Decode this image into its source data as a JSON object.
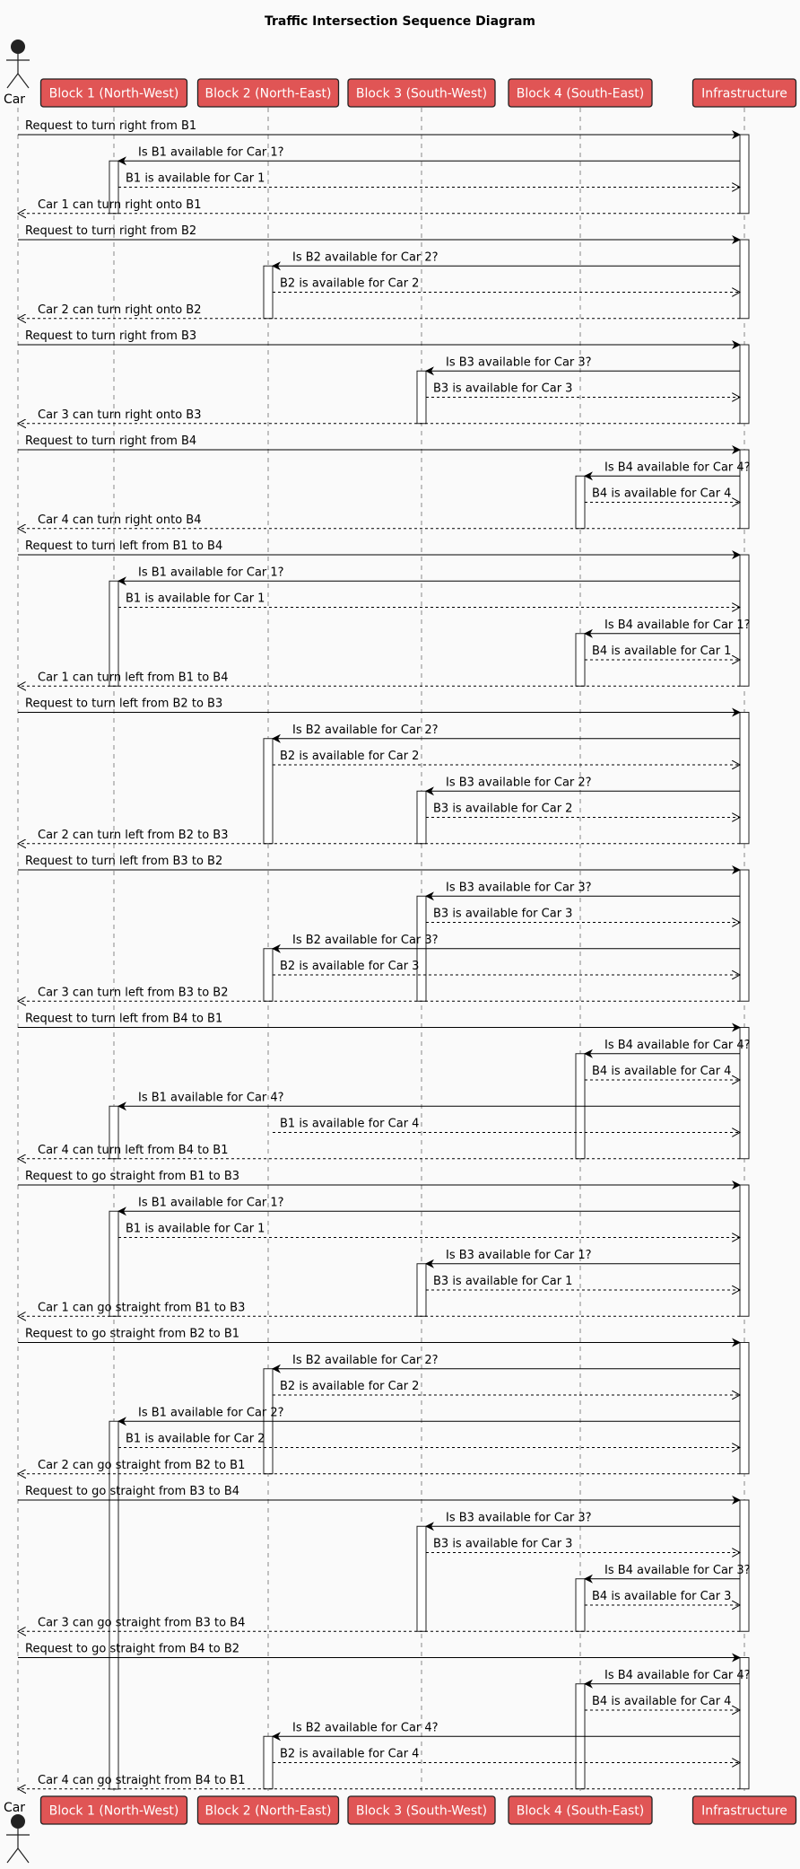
{
  "title": "Traffic Intersection Sequence Diagram",
  "colors": {
    "participant_fill": "#e05555",
    "participant_stroke": "#222222",
    "line": "#000000",
    "lifeline": "#888888",
    "background": "#fafafa"
  },
  "participants": [
    {
      "id": "car",
      "label": "Car",
      "kind": "actor"
    },
    {
      "id": "b1",
      "label": "Block 1 (North-West)",
      "kind": "box"
    },
    {
      "id": "b2",
      "label": "Block 2 (North-East)",
      "kind": "box"
    },
    {
      "id": "b3",
      "label": "Block 3 (South-West)",
      "kind": "box"
    },
    {
      "id": "b4",
      "label": "Block 4 (South-East)",
      "kind": "box"
    },
    {
      "id": "inf",
      "label": "Infrastructure",
      "kind": "box"
    }
  ],
  "messages": [
    {
      "from": "car",
      "to": "inf",
      "text": "Request to turn right from B1",
      "dashed": false
    },
    {
      "from": "inf",
      "to": "b1",
      "text": "Is B1 available for Car 1?",
      "dashed": false
    },
    {
      "from": "b1",
      "to": "inf",
      "text": "B1 is available for Car 1",
      "dashed": true
    },
    {
      "from": "inf",
      "to": "car",
      "text": "Car 1 can turn right onto B1",
      "dashed": true
    },
    {
      "from": "car",
      "to": "inf",
      "text": "Request to turn right from B2",
      "dashed": false
    },
    {
      "from": "inf",
      "to": "b2",
      "text": "Is B2 available for Car 2?",
      "dashed": false
    },
    {
      "from": "b2",
      "to": "inf",
      "text": "B2 is available for Car 2",
      "dashed": true
    },
    {
      "from": "inf",
      "to": "car",
      "text": "Car 2 can turn right onto B2",
      "dashed": true
    },
    {
      "from": "car",
      "to": "inf",
      "text": "Request to turn right from B3",
      "dashed": false
    },
    {
      "from": "inf",
      "to": "b3",
      "text": "Is B3 available for Car 3?",
      "dashed": false
    },
    {
      "from": "b3",
      "to": "inf",
      "text": "B3 is available for Car 3",
      "dashed": true
    },
    {
      "from": "inf",
      "to": "car",
      "text": "Car 3 can turn right onto B3",
      "dashed": true
    },
    {
      "from": "car",
      "to": "inf",
      "text": "Request to turn right from B4",
      "dashed": false
    },
    {
      "from": "inf",
      "to": "b4",
      "text": "Is B4 available for Car 4?",
      "dashed": false
    },
    {
      "from": "b4",
      "to": "inf",
      "text": "B4 is available for Car 4",
      "dashed": true
    },
    {
      "from": "inf",
      "to": "car",
      "text": "Car 4 can turn right onto B4",
      "dashed": true
    },
    {
      "from": "car",
      "to": "inf",
      "text": "Request to turn left from B1 to B4",
      "dashed": false
    },
    {
      "from": "inf",
      "to": "b1",
      "text": "Is B1 available for Car 1?",
      "dashed": false
    },
    {
      "from": "b1",
      "to": "inf",
      "text": "B1 is available for Car 1",
      "dashed": true
    },
    {
      "from": "inf",
      "to": "b4",
      "text": "Is B4 available for Car 1?",
      "dashed": false
    },
    {
      "from": "b4",
      "to": "inf",
      "text": "B4 is available for Car 1",
      "dashed": true
    },
    {
      "from": "inf",
      "to": "car",
      "text": "Car 1 can turn left from B1 to B4",
      "dashed": true
    },
    {
      "from": "car",
      "to": "inf",
      "text": "Request to turn left from B2 to B3",
      "dashed": false
    },
    {
      "from": "inf",
      "to": "b2",
      "text": "Is B2 available for Car 2?",
      "dashed": false
    },
    {
      "from": "b2",
      "to": "inf",
      "text": "B2 is available for Car 2",
      "dashed": true
    },
    {
      "from": "inf",
      "to": "b3",
      "text": "Is B3 available for Car 2?",
      "dashed": false
    },
    {
      "from": "b3",
      "to": "inf",
      "text": "B3 is available for Car 2",
      "dashed": true
    },
    {
      "from": "inf",
      "to": "car",
      "text": "Car 2 can turn left from B2 to B3",
      "dashed": true
    },
    {
      "from": "car",
      "to": "inf",
      "text": "Request to turn left from B3 to B2",
      "dashed": false
    },
    {
      "from": "inf",
      "to": "b3",
      "text": "Is B3 available for Car 3?",
      "dashed": false
    },
    {
      "from": "b3",
      "to": "inf",
      "text": "B3 is available for Car 3",
      "dashed": true
    },
    {
      "from": "inf",
      "to": "b2",
      "text": "Is B2 available for Car 3?",
      "dashed": false
    },
    {
      "from": "b2",
      "to": "inf",
      "text": "B2 is available for Car 3",
      "dashed": true
    },
    {
      "from": "inf",
      "to": "car",
      "text": "Car 3 can turn left from B3 to B2",
      "dashed": true
    },
    {
      "from": "car",
      "to": "inf",
      "text": "Request to turn left from B4 to B1",
      "dashed": false
    },
    {
      "from": "inf",
      "to": "b4",
      "text": "Is B4 available for Car 4?",
      "dashed": false
    },
    {
      "from": "b4",
      "to": "inf",
      "text": "B4 is available for Car 4",
      "dashed": true
    },
    {
      "from": "inf",
      "to": "b1",
      "text": "Is B1 available for Car 4?",
      "dashed": false
    },
    {
      "from": "b2",
      "to": "inf",
      "text": "B1 is available for Car 4",
      "dashed": true
    },
    {
      "from": "inf",
      "to": "car",
      "text": "Car 4 can turn left from B4 to B1",
      "dashed": true
    },
    {
      "from": "car",
      "to": "inf",
      "text": "Request to go straight from B1 to B3",
      "dashed": false
    },
    {
      "from": "inf",
      "to": "b1",
      "text": "Is B1 available for Car 1?",
      "dashed": false
    },
    {
      "from": "b1",
      "to": "inf",
      "text": "B1 is available for Car 1",
      "dashed": true
    },
    {
      "from": "inf",
      "to": "b3",
      "text": "Is B3 available for Car 1?",
      "dashed": false
    },
    {
      "from": "b3",
      "to": "inf",
      "text": "B3 is available for Car 1",
      "dashed": true
    },
    {
      "from": "inf",
      "to": "car",
      "text": "Car 1 can go straight from B1 to B3",
      "dashed": true
    },
    {
      "from": "car",
      "to": "inf",
      "text": "Request to go straight from B2 to B1",
      "dashed": false
    },
    {
      "from": "inf",
      "to": "b2",
      "text": "Is B2 available for Car 2?",
      "dashed": false
    },
    {
      "from": "b2",
      "to": "inf",
      "text": "B2 is available for Car 2",
      "dashed": true
    },
    {
      "from": "inf",
      "to": "b1",
      "text": "Is B1 available for Car 2?",
      "dashed": false
    },
    {
      "from": "b1",
      "to": "inf",
      "text": "B1 is available for Car 2",
      "dashed": true
    },
    {
      "from": "inf",
      "to": "car",
      "text": "Car 2 can go straight from B2 to B1",
      "dashed": true
    },
    {
      "from": "car",
      "to": "inf",
      "text": "Request to go straight from B3 to B4",
      "dashed": false
    },
    {
      "from": "inf",
      "to": "b3",
      "text": "Is B3 available for Car 3?",
      "dashed": false
    },
    {
      "from": "b3",
      "to": "inf",
      "text": "B3 is available for Car 3",
      "dashed": true
    },
    {
      "from": "inf",
      "to": "b4",
      "text": "Is B4 available for Car 3?",
      "dashed": false
    },
    {
      "from": "b4",
      "to": "inf",
      "text": "B4 is available for Car 3",
      "dashed": true
    },
    {
      "from": "inf",
      "to": "car",
      "text": "Car 3 can go straight from B3 to B4",
      "dashed": true
    },
    {
      "from": "car",
      "to": "inf",
      "text": "Request to go straight from B4 to B2",
      "dashed": false
    },
    {
      "from": "inf",
      "to": "b4",
      "text": "Is B4 available for Car 4?",
      "dashed": false
    },
    {
      "from": "b4",
      "to": "inf",
      "text": "B4 is available for Car 4",
      "dashed": true
    },
    {
      "from": "inf",
      "to": "b2",
      "text": "Is B2 available for Car 4?",
      "dashed": false
    },
    {
      "from": "b2",
      "to": "inf",
      "text": "B2 is available for Car 4",
      "dashed": true
    },
    {
      "from": "inf",
      "to": "car",
      "text": "Car 4 can go straight from B4 to B1",
      "dashed": true
    }
  ],
  "activations": [
    {
      "participant": "inf",
      "from_msg": 0,
      "to_msg": 3
    },
    {
      "participant": "b1",
      "from_msg": 1,
      "to_msg": 3
    },
    {
      "participant": "inf",
      "from_msg": 4,
      "to_msg": 7
    },
    {
      "participant": "b2",
      "from_msg": 5,
      "to_msg": 7
    },
    {
      "participant": "inf",
      "from_msg": 8,
      "to_msg": 11
    },
    {
      "participant": "b3",
      "from_msg": 9,
      "to_msg": 11
    },
    {
      "participant": "inf",
      "from_msg": 12,
      "to_msg": 15
    },
    {
      "participant": "b4",
      "from_msg": 13,
      "to_msg": 15
    },
    {
      "participant": "inf",
      "from_msg": 16,
      "to_msg": 21
    },
    {
      "participant": "b1",
      "from_msg": 17,
      "to_msg": 21
    },
    {
      "participant": "b4",
      "from_msg": 19,
      "to_msg": 21
    },
    {
      "participant": "inf",
      "from_msg": 22,
      "to_msg": 27
    },
    {
      "participant": "b2",
      "from_msg": 23,
      "to_msg": 27
    },
    {
      "participant": "b3",
      "from_msg": 25,
      "to_msg": 27
    },
    {
      "participant": "inf",
      "from_msg": 28,
      "to_msg": 33
    },
    {
      "participant": "b3",
      "from_msg": 29,
      "to_msg": 33
    },
    {
      "participant": "b2",
      "from_msg": 31,
      "to_msg": 33
    },
    {
      "participant": "inf",
      "from_msg": 34,
      "to_msg": 39
    },
    {
      "participant": "b4",
      "from_msg": 35,
      "to_msg": 39
    },
    {
      "participant": "b1",
      "from_msg": 37,
      "to_msg": 39
    },
    {
      "participant": "inf",
      "from_msg": 40,
      "to_msg": 45
    },
    {
      "participant": "b1",
      "from_msg": 41,
      "to_msg": 45
    },
    {
      "participant": "b3",
      "from_msg": 43,
      "to_msg": 45
    },
    {
      "participant": "inf",
      "from_msg": 46,
      "to_msg": 51
    },
    {
      "participant": "b2",
      "from_msg": 47,
      "to_msg": 51
    },
    {
      "participant": "b1",
      "from_msg": 49,
      "to_msg": -1
    },
    {
      "participant": "inf",
      "from_msg": 52,
      "to_msg": 57
    },
    {
      "participant": "b3",
      "from_msg": 53,
      "to_msg": 57
    },
    {
      "participant": "b4",
      "from_msg": 55,
      "to_msg": 57
    },
    {
      "participant": "inf",
      "from_msg": 58,
      "to_msg": 63
    },
    {
      "participant": "b4",
      "from_msg": 59,
      "to_msg": 63
    },
    {
      "participant": "b2",
      "from_msg": 61,
      "to_msg": 63
    }
  ]
}
